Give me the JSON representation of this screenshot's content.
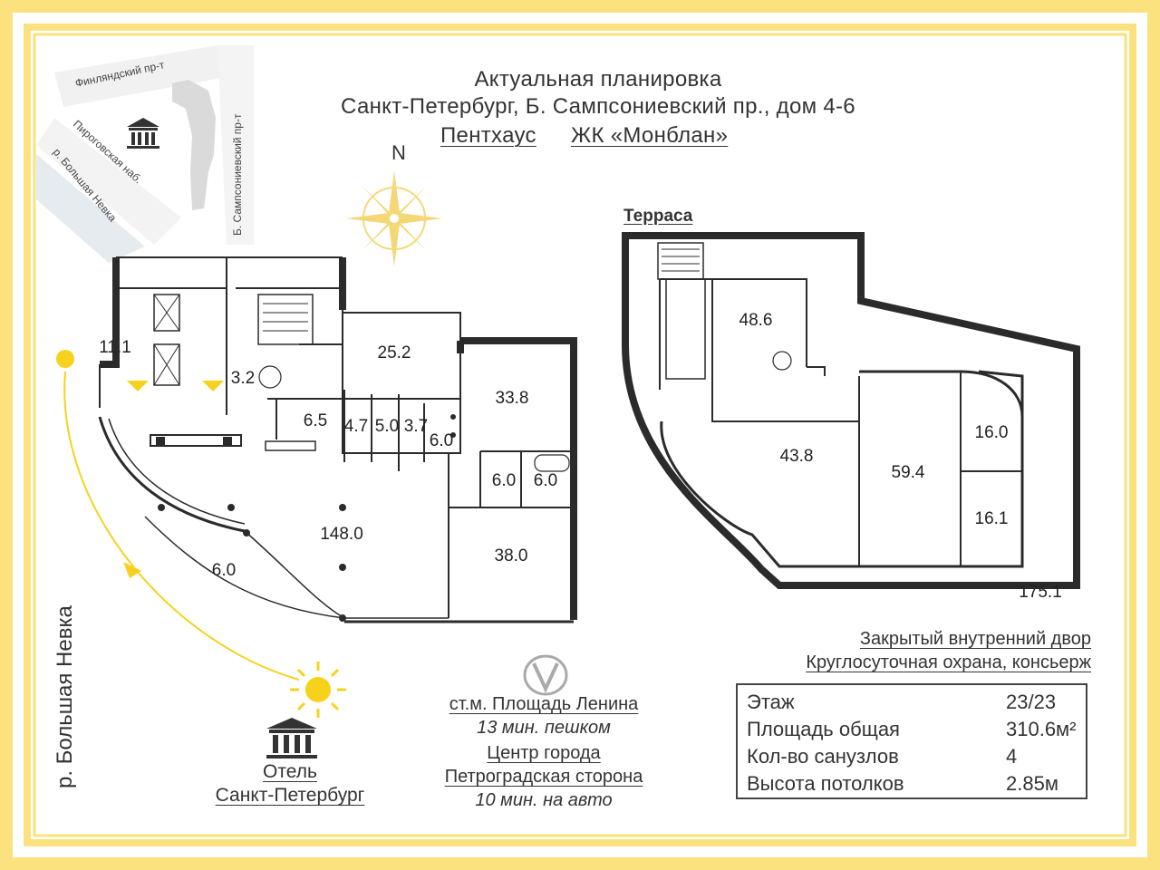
{
  "header": {
    "line1": "Актуальная планировка",
    "line2": "Санкт-Петербург, Б. Сампсониевский пр., дом 4-6",
    "type_link": "Пентхаус",
    "complex_link": "ЖК «Монблан»"
  },
  "locator_map": {
    "street_top": "Финляндский пр-т",
    "street_right": "Б. Сампсониевский пр-т",
    "street_left": "Пироговская наб.",
    "river_small": "р. Большая Невка",
    "landmark_icon": "museum-icon"
  },
  "compass": {
    "north_label": "N"
  },
  "river_big": "р. Большая Невка",
  "terrace_label": "Терраса",
  "floor1_areas": [
    "11.1",
    "3.2",
    "25.2",
    "33.8",
    "6.5",
    "4.7",
    "5.0",
    "3.7",
    "6.0",
    "6.0",
    "6.0",
    "148.0",
    "6.0",
    "38.0"
  ],
  "floor2_areas": [
    "48.6",
    "43.8",
    "59.4",
    "16.0",
    "16.1",
    "175.1"
  ],
  "features": {
    "line1": "Закрытый внутренний двор",
    "line2": "Круглосуточная охрана, консьерж"
  },
  "metro": {
    "icon": "metro-icon",
    "station": "ст.м. Площадь Ленина",
    "walk": "13 мин. пешком",
    "center": "Центр города",
    "district": "Петроградская сторона",
    "drive": "10 мин. на авто"
  },
  "hotel": {
    "icon": "museum-icon",
    "line1": "Отель",
    "line2": "Санкт-Петербург"
  },
  "specs": {
    "floor_label": "Этаж",
    "floor_value": "23/23",
    "area_label": "Площадь общая",
    "area_value": "310.6м²",
    "bath_label": "Кол-во санузлов",
    "bath_value": "4",
    "height_label": "Высота потолков",
    "height_value": "2.85м"
  },
  "colors": {
    "frame_yellow": "#FBE27E",
    "sun_yellow": "#F7D21C",
    "compass_yellow": "#F4D878",
    "wall": "#2b2b2b"
  }
}
